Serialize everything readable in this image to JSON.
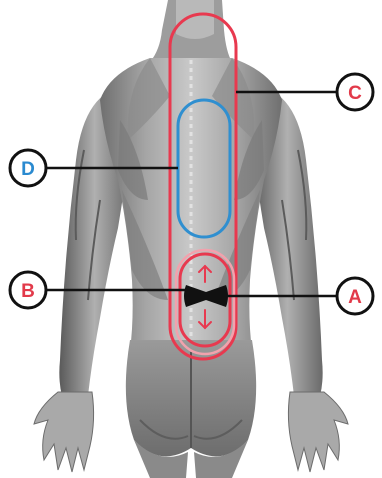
{
  "labels": {
    "a": "A",
    "b": "B",
    "c": "C",
    "d": "D"
  },
  "colors": {
    "background": "#ffffff",
    "skin_light": "#bdbdbd",
    "skin_mid": "#8d8d8d",
    "skin_dark": "#4a4a4a",
    "red_outline": "#e8394f",
    "pink_outline": "#f2a2ad",
    "blue_outline": "#2f8fd0",
    "label_red": "#e23a4a",
    "label_blue": "#2a8ad0",
    "leader_line": "#111111",
    "device": "#111111"
  },
  "icons": {
    "device": "bowtie-massager-icon",
    "arrows": "up-down-arrow-icon"
  }
}
